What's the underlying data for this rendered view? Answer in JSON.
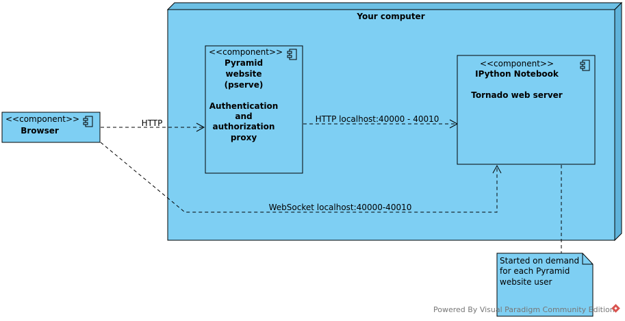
{
  "node": {
    "title": "Your computer"
  },
  "browser": {
    "stereotype": "<<component>>",
    "name": "Browser"
  },
  "pyramid": {
    "stereotype": "<<component>>",
    "lines": [
      "Pyramid",
      "website",
      "(pserve)",
      "",
      "Authentication",
      "and",
      "authorization",
      "proxy"
    ]
  },
  "ipython": {
    "stereotype": "<<component>>",
    "lines": [
      "IPython Notebook",
      "",
      "Tornado web server"
    ]
  },
  "connectors": {
    "http": "HTTP",
    "http_localhost": "HTTP localhost:40000 - 40010",
    "websocket": "WebSocket localhost:40000-40010"
  },
  "note": {
    "lines": [
      "Started on demand",
      "for each Pyramid",
      "website user"
    ]
  },
  "watermark": "Powered By Visual Paradigm Community Edition",
  "colors": {
    "fill": "#7ecff3",
    "stroke": "#000000",
    "watermark_icon": "#d9534f"
  }
}
